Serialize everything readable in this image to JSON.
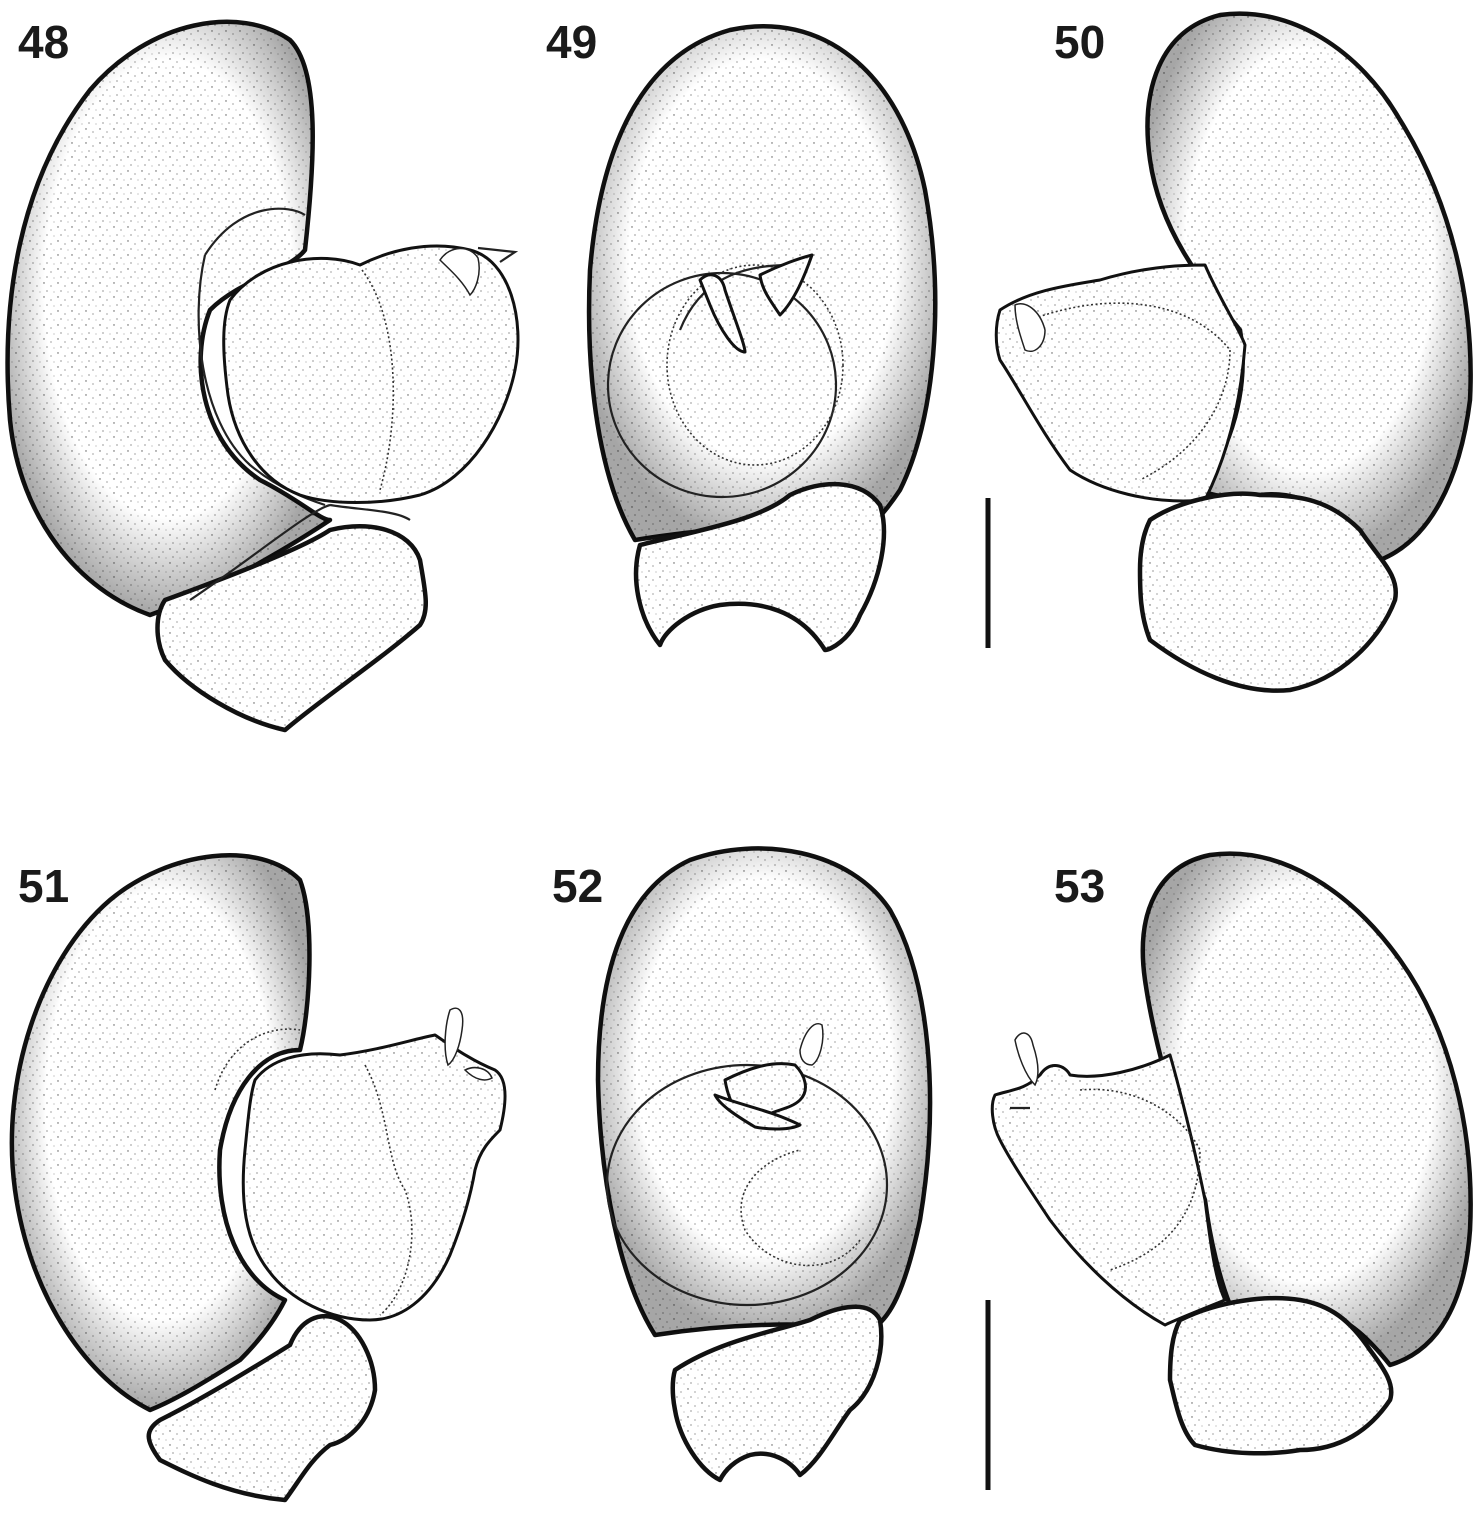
{
  "figures": [
    {
      "id": "fig-48",
      "label": "48"
    },
    {
      "id": "fig-49",
      "label": "49"
    },
    {
      "id": "fig-50",
      "label": "50"
    },
    {
      "id": "fig-51",
      "label": "51"
    },
    {
      "id": "fig-52",
      "label": "52"
    },
    {
      "id": "fig-53",
      "label": "53"
    }
  ],
  "scale_bars": [
    {
      "id": "scale-bar-top"
    },
    {
      "id": "scale-bar-bottom"
    }
  ],
  "colors": {
    "ink": "#111111",
    "background": "#ffffff"
  }
}
